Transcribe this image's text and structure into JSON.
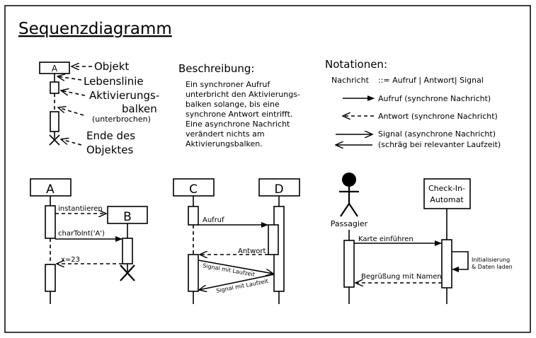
{
  "title": "Sequenzdiagramm",
  "legend": {
    "object_box": "A",
    "objekt": "Objekt",
    "lebenslinie": "Lebenslinie",
    "aktivierung_1": "Aktivierungs-",
    "aktivierung_2": "balken",
    "unterbrochen": "(unterbrochen)",
    "ende_1": "Ende des",
    "ende_2": "Objektes"
  },
  "description": {
    "heading": "Beschreibung:",
    "lines": [
      "Ein synchroner Aufruf",
      "unterbricht den Aktivierungs-",
      "balken solange, bis eine",
      "synchrone Antwort eintrifft.",
      "Eine asynchrone Nachricht",
      "verändert nichts am",
      "Aktivierungsbalken."
    ]
  },
  "notations": {
    "heading": "Notationen:",
    "grammar_label": "Nachricht",
    "grammar_rule": "::= Aufruf | Antwort| Signal",
    "aufruf": "Aufruf (synchrone Nachricht)",
    "antwort": "Antwort (synchrone Nachricht)",
    "signal_1": "Signal (asynchrone Nachricht)",
    "signal_2": "(schräg bei relevanter Laufzeit)"
  },
  "example1": {
    "obj_a": "A",
    "obj_b": "B",
    "msg_instantiieren": "instantiieren",
    "msg_chartoint": "charToInt('A')",
    "msg_return": "x=23"
  },
  "example2": {
    "obj_c": "C",
    "obj_d": "D",
    "msg_aufruf": "Aufruf",
    "msg_antwort": "Antwort",
    "msg_signal_1": "Signal mit Laufzeit",
    "msg_signal_2": "Signal mit Laufzeit"
  },
  "example3": {
    "actor": "Passagier",
    "automat_1": "Check-In-",
    "automat_2": "Automat",
    "msg_karte": "Karte einführen",
    "self_1": "Initialisierung",
    "self_2": "& Daten laden",
    "msg_begruessung": "Begrüßung mit Namen"
  }
}
